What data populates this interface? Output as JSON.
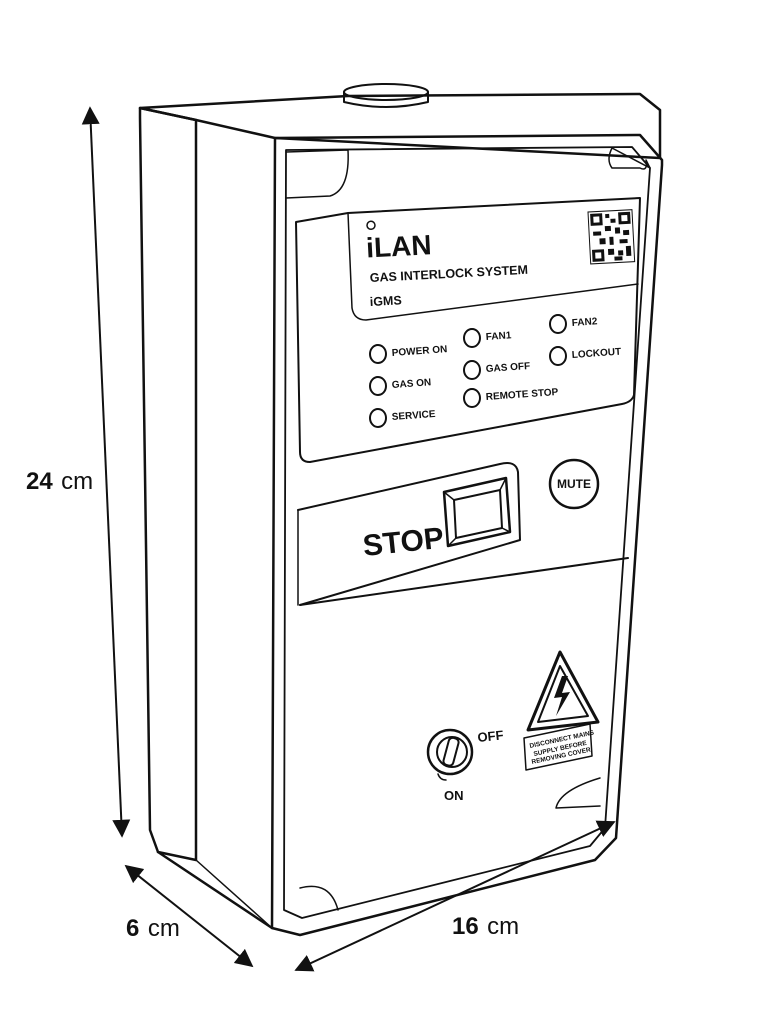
{
  "brand": {
    "logo_text": "iLAN",
    "system_name": "GAS INTERLOCK SYSTEM",
    "model": "iGMS"
  },
  "indicators": [
    {
      "label": "POWER ON"
    },
    {
      "label": "GAS ON"
    },
    {
      "label": "SERVICE"
    },
    {
      "label": "FAN1"
    },
    {
      "label": "GAS OFF"
    },
    {
      "label": "REMOTE STOP"
    },
    {
      "label": "FAN2"
    },
    {
      "label": "LOCKOUT"
    }
  ],
  "controls": {
    "stop_label": "STOP",
    "mute_label": "MUTE",
    "switch_off_label": "OFF",
    "switch_on_label": "ON"
  },
  "warning": {
    "line1": "DISCONNECT MAINS",
    "line2": "SUPPLY BEFORE",
    "line3": "REMOVING COVER"
  },
  "dimensions": {
    "height": {
      "value": "24",
      "unit": "cm"
    },
    "depth": {
      "value": "6",
      "unit": "cm"
    },
    "width": {
      "value": "16",
      "unit": "cm"
    }
  }
}
